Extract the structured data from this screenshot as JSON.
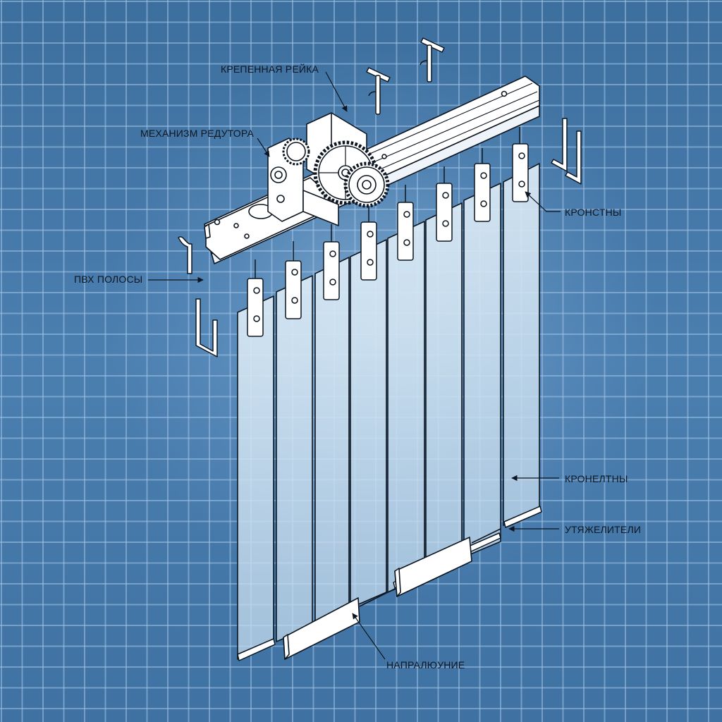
{
  "diagram": {
    "style": "blueprint isometric technical drawing",
    "subject": "vertical PVC strip curtain / blind assembly with gear drive",
    "colors": {
      "background": "#4679aa",
      "grid": "#a0c3e6",
      "line": "#0d1620",
      "part_fill": "#ffffff",
      "slat_fill": "#cfe2f0"
    },
    "labels": {
      "rail": "КРЕПЕННАЯ РЕЙКА",
      "gear_mechanism": "МЕХАНИЗМ РЕДУТОРА",
      "brackets": "КРОНСТНЫ",
      "pvc_strips": "ПВХ ПОЛОСЫ",
      "strip_label": "КРОНЕЛТНЫ",
      "weights": "УТЯЖЕЛИТЕЛИ",
      "guide": "НАПРАЛЮУНИЕ"
    },
    "slat_count": 8,
    "components": [
      "mounting rail",
      "gear reducer mechanism",
      "slat hangers",
      "PVC slats",
      "bottom weights",
      "guide channels",
      "loose brackets"
    ]
  }
}
